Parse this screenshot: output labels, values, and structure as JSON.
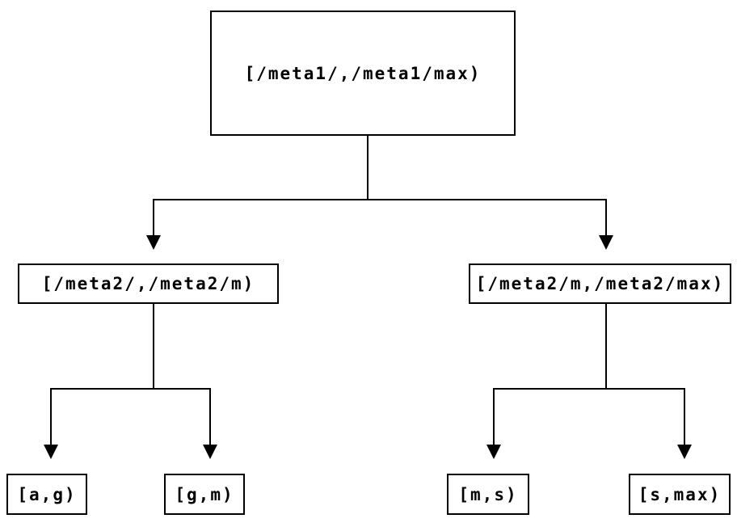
{
  "diagram": {
    "type": "binary-interval-tree",
    "colors": {
      "background": "#ffffff",
      "box_border": "#000000",
      "text": "#000000",
      "line": "#000000",
      "arrowhead": "#000000"
    },
    "tree": {
      "root": {
        "id": "root",
        "label": "[/meta1/,/meta1/max)"
      },
      "children": [
        {
          "id": "meta2-left",
          "label": "[/meta2/,/meta2/m)",
          "children": [
            {
              "id": "leaf-a-g",
              "label": "[a,g)"
            },
            {
              "id": "leaf-g-m",
              "label": "[g,m)"
            }
          ]
        },
        {
          "id": "meta2-right",
          "label": "[/meta2/m,/meta2/max)",
          "children": [
            {
              "id": "leaf-m-s",
              "label": "[m,s)"
            },
            {
              "id": "leaf-s-max",
              "label": "[s,max)"
            }
          ]
        }
      ]
    },
    "edges": [
      {
        "from": "root",
        "to": "meta2-left",
        "arrow": "down"
      },
      {
        "from": "root",
        "to": "meta2-right",
        "arrow": "down"
      },
      {
        "from": "meta2-left",
        "to": "leaf-a-g",
        "arrow": "down"
      },
      {
        "from": "meta2-left",
        "to": "leaf-g-m",
        "arrow": "down"
      },
      {
        "from": "meta2-right",
        "to": "leaf-m-s",
        "arrow": "down"
      },
      {
        "from": "meta2-right",
        "to": "leaf-s-max",
        "arrow": "down"
      }
    ]
  }
}
